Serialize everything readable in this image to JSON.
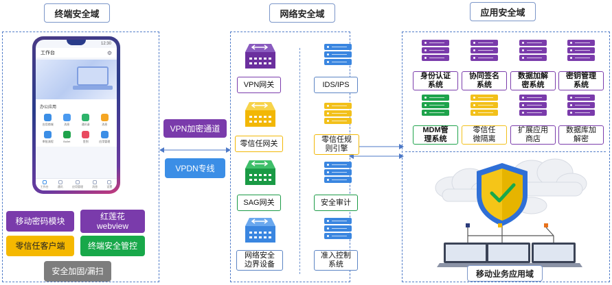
{
  "domains": {
    "terminal": "终端安全域",
    "network": "网络安全域",
    "application": "应用安全域"
  },
  "phone": {
    "app_title": "工作台",
    "section_label": "办公应用",
    "status_time": "12:30",
    "apps": [
      "应用商城",
      "消息",
      "通讯录",
      "消息",
      "审批流程",
      "Bullet",
      "签到",
      "应用管理"
    ],
    "tabs": [
      "工作台",
      "通讯",
      "应用管理",
      "消息",
      "设置"
    ]
  },
  "terminal_modules": {
    "mobile_password": "移动密码模块",
    "red_lotus_line1": "红莲花",
    "red_lotus_line2": "webview",
    "zero_trust_client": "零信任客户端",
    "terminal_control": "终端安全管控",
    "hardening": "安全加固/漏扫"
  },
  "channels": {
    "vpn": "VPN加密通道",
    "vpdn": "VPDN专线"
  },
  "network_devices": {
    "vpn_gateway": "VPN网关",
    "zero_trust_gateway": "零信任网关",
    "sag_gateway": "SAG网关",
    "border_device_line1": "网络安全",
    "border_device_line2": "边界设备",
    "ids_ips": "IDS/IPS",
    "zt_rule_engine_line1": "零信任规",
    "zt_rule_engine_line2": "则引擎",
    "security_audit": "安全审计",
    "access_control_line1": "准入控制",
    "access_control_line2": "系统"
  },
  "app_systems": {
    "identity_line1": "身份认证",
    "identity_line2": "系统",
    "cosign_line1": "协同签名",
    "cosign_line2": "系统",
    "data_enc_line1": "数据加解",
    "data_enc_line2": "密系统",
    "key_mgmt_line1": "密钥管理",
    "key_mgmt_line2": "系统",
    "mdm_line1": "MDM管",
    "mdm_line2": "理系统",
    "zt_microseg_line1": "零信任",
    "zt_microseg_line2": "微隔离",
    "ext_store_line1": "扩展应用",
    "ext_store_line2": "商店",
    "db_enc_line1": "数据库加",
    "db_enc_line2": "解密"
  },
  "mobile_business": "移动业务应用域",
  "colors": {
    "purple": "#7a3bab",
    "orange": "#f5b800",
    "green": "#18a84a",
    "gray": "#7d7d7d",
    "blue": "#3b8ee6",
    "dash": "#4d79c7"
  }
}
